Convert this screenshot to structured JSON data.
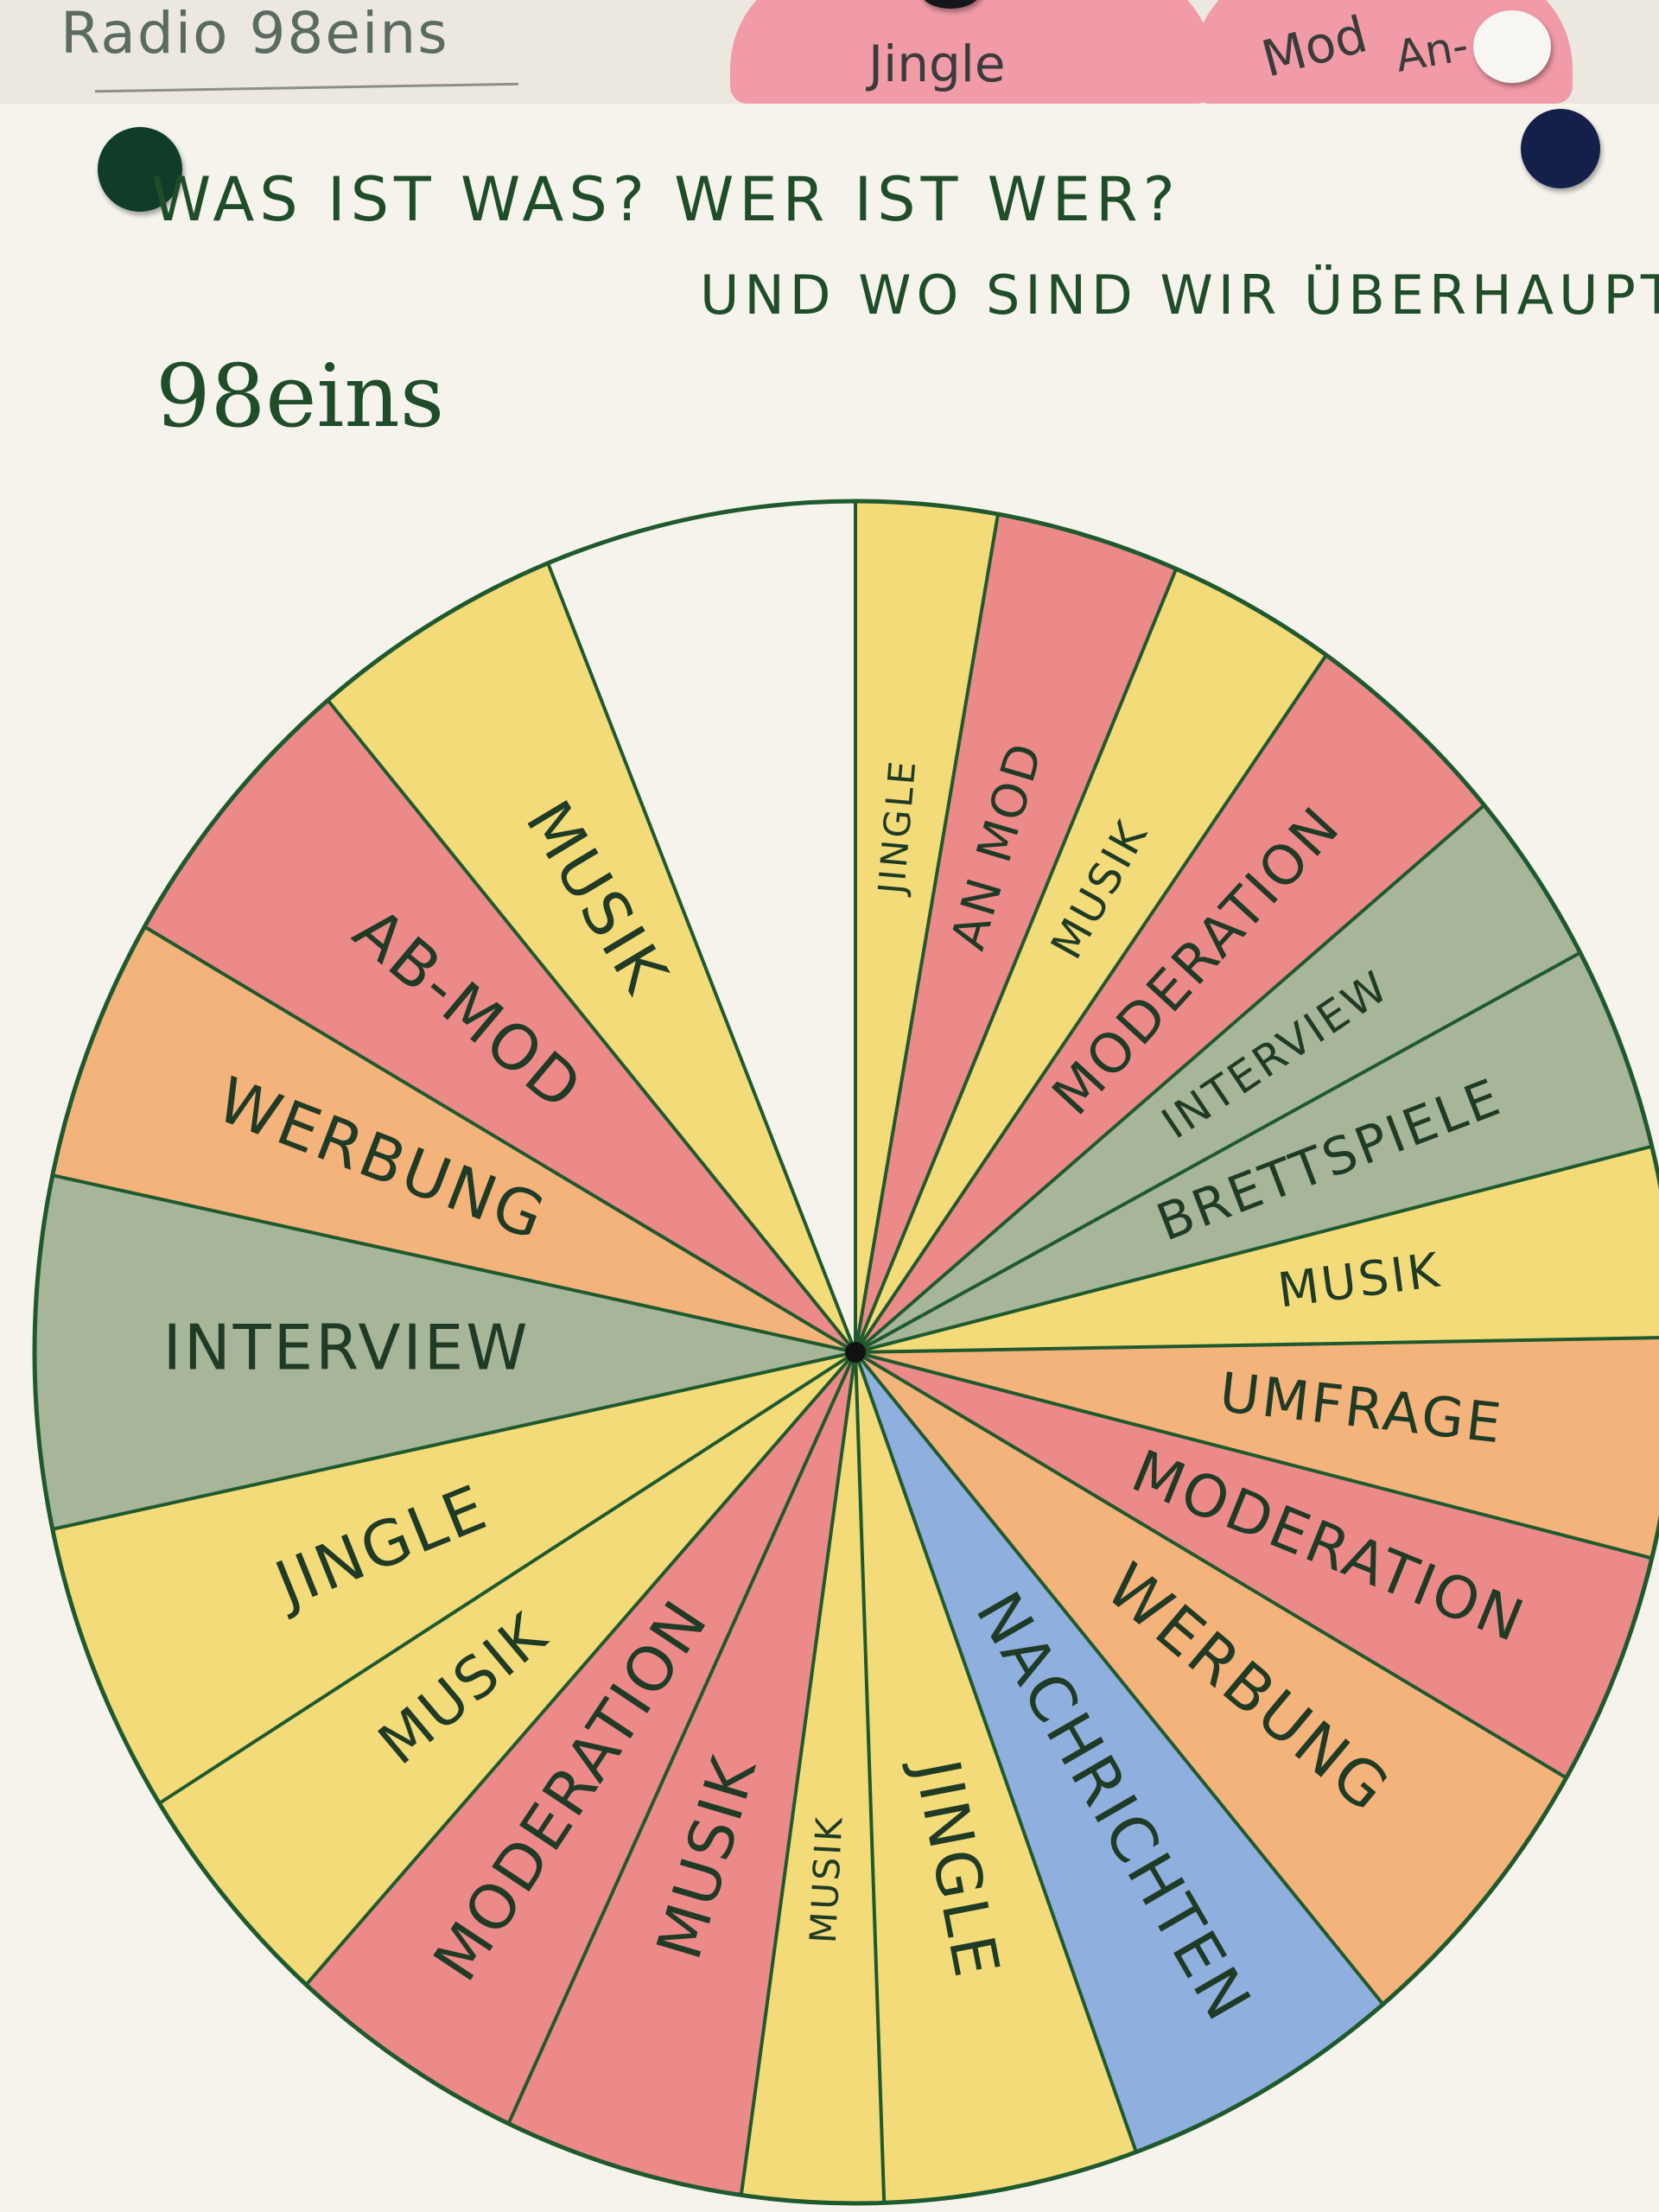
{
  "top": {
    "label": "Radio 98eins",
    "cards": [
      "Jingle",
      "Mod",
      "An-"
    ]
  },
  "heading": {
    "line1": "WAS IST WAS? WER IST WER?",
    "line2": "UND WO SIND WIR ÜBERHAUPT?"
  },
  "station": "98eins",
  "wheel": {
    "colors": {
      "yellow": "#f3db7a",
      "red": "#ec8a8a",
      "green": "#a7b598",
      "orange": "#f4b37a",
      "blue": "#8fb0de",
      "blank": "#f6f3ec",
      "line": "#1f5a2e"
    },
    "segments": [
      {
        "label": "JINGLE",
        "color": "yellow"
      },
      {
        "label": "AN MOD",
        "color": "red"
      },
      {
        "label": "MUSIK",
        "color": "yellow"
      },
      {
        "label": "MODERATION",
        "color": "red"
      },
      {
        "label": "INTERVIEW",
        "color": "green"
      },
      {
        "label": "BRETTSPIELE",
        "color": "green"
      },
      {
        "label": "MUSIK",
        "color": "yellow"
      },
      {
        "label": "UMFRAGE",
        "color": "orange"
      },
      {
        "label": "MODERATION",
        "color": "red"
      },
      {
        "label": "WERBUNG",
        "color": "orange"
      },
      {
        "label": "NACHRICHTEN",
        "color": "blue"
      },
      {
        "label": "JINGLE",
        "color": "yellow"
      },
      {
        "label": "MUSIK",
        "color": "yellow"
      },
      {
        "label": "MUSIK",
        "color": "red"
      },
      {
        "label": "MODERATION",
        "color": "red"
      },
      {
        "label": "MUSIK",
        "color": "yellow"
      },
      {
        "label": "JINGLE",
        "color": "yellow"
      },
      {
        "label": "INTERVIEW",
        "color": "green"
      },
      {
        "label": "WERBUNG",
        "color": "orange"
      },
      {
        "label": "AB-MOD",
        "color": "red"
      },
      {
        "label": "MUSIK",
        "color": "yellow"
      },
      {
        "label": "",
        "color": "blank"
      }
    ]
  }
}
